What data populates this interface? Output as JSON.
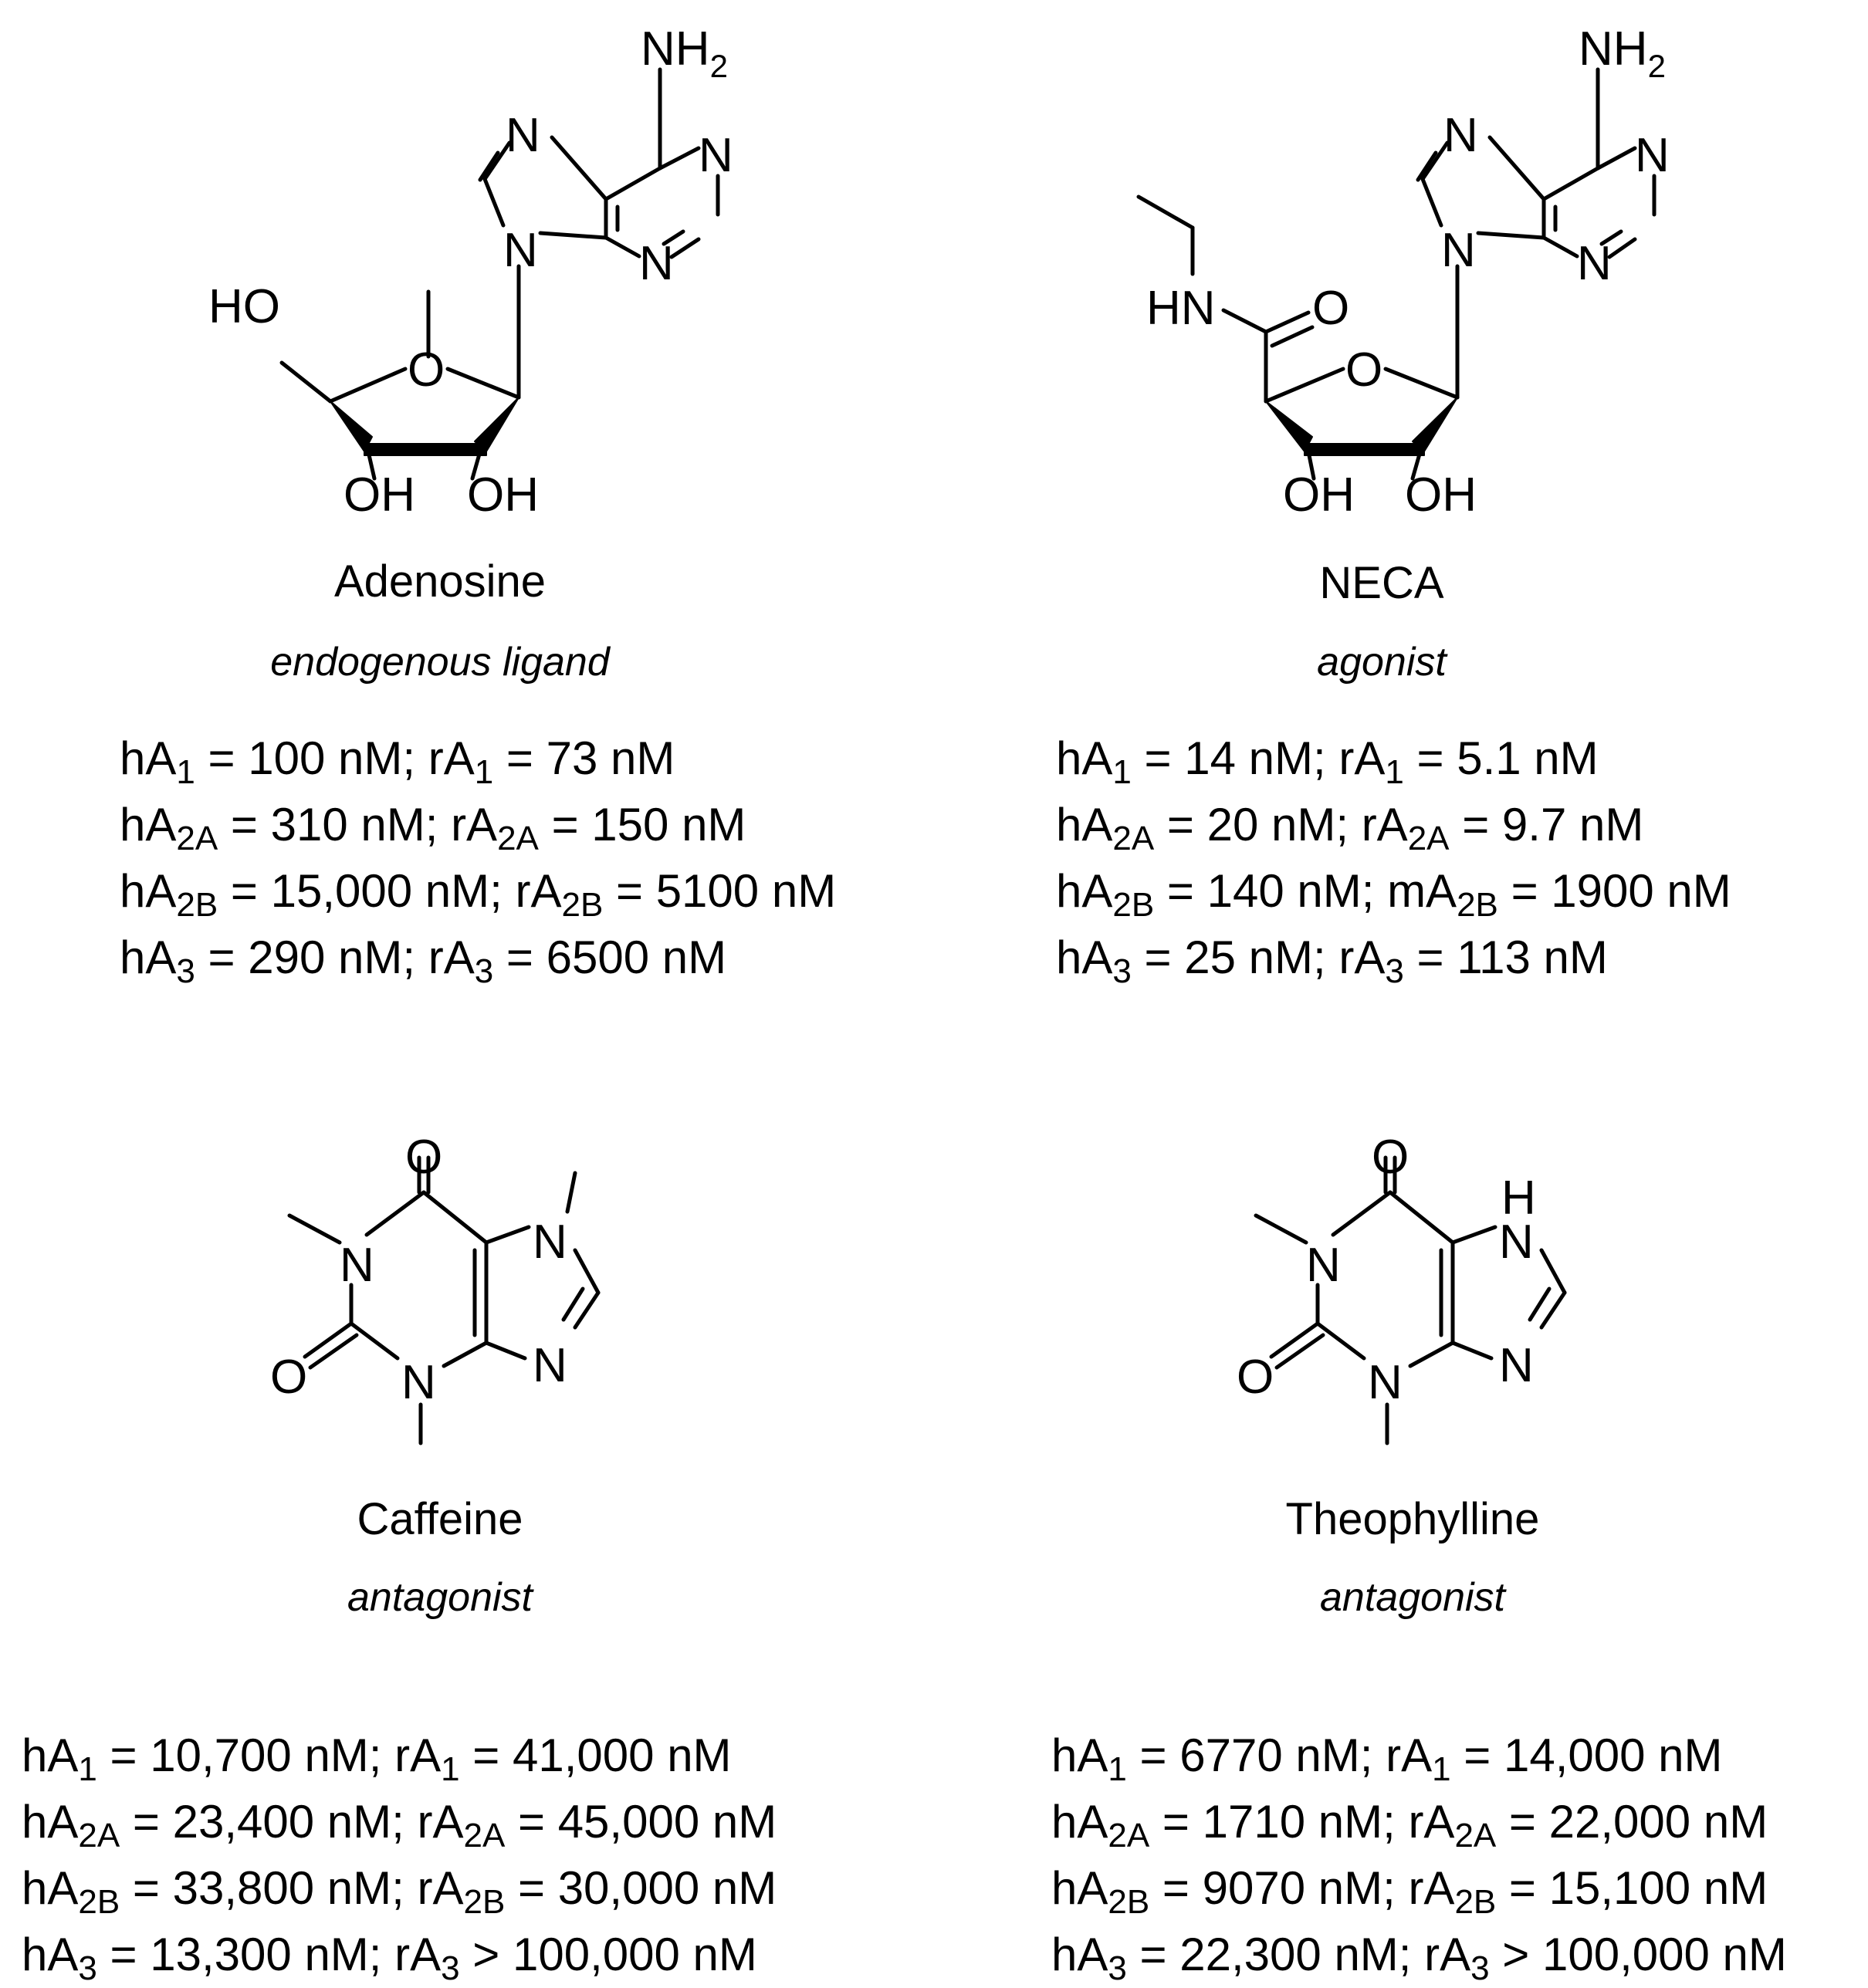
{
  "compounds": [
    {
      "id": "adenosine",
      "name": "Adenosine",
      "role": "endogenous ligand",
      "atoms": {
        "nh2": "NH",
        "nh2_sub": "2",
        "n": "N",
        "ho": "HO",
        "o": "O",
        "oh": "OH"
      },
      "affinities": [
        {
          "a": "hA",
          "a_sub": "1",
          "a_val": " = 100 nM; ",
          "b": "rA",
          "b_sub": "1",
          "b_val": " = 73 nM"
        },
        {
          "a": "hA",
          "a_sub": "2A",
          "a_val": " = 310 nM; ",
          "b": "rA",
          "b_sub": "2A",
          "b_val": " = 150 nM"
        },
        {
          "a": "hA",
          "a_sub": "2B",
          "a_val": " = 15,000 nM; ",
          "b": "rA",
          "b_sub": "2B",
          "b_val": " = 5100 nM"
        },
        {
          "a": "hA",
          "a_sub": "3",
          "a_val": " = 290 nM; ",
          "b": "rA",
          "b_sub": "3",
          "b_val": " = 6500 nM"
        }
      ]
    },
    {
      "id": "neca",
      "name": "NECA",
      "role": "agonist",
      "atoms": {
        "nh2": "NH",
        "nh2_sub": "2",
        "n": "N",
        "hn": "HN",
        "o": "O",
        "oh": "OH"
      },
      "affinities": [
        {
          "a": "hA",
          "a_sub": "1",
          "a_val": " = 14 nM; ",
          "b": "rA",
          "b_sub": "1",
          "b_val": " = 5.1 nM"
        },
        {
          "a": "hA",
          "a_sub": "2A",
          "a_val": " = 20 nM; ",
          "b": "rA",
          "b_sub": "2A",
          "b_val": " = 9.7 nM"
        },
        {
          "a": "hA",
          "a_sub": "2B",
          "a_val": " = 140 nM; ",
          "b": "mA",
          "b_sub": "2B",
          "b_val": " = 1900 nM"
        },
        {
          "a": "hA",
          "a_sub": "3",
          "a_val": " = 25 nM; ",
          "b": "rA",
          "b_sub": "3",
          "b_val": " = 113 nM"
        }
      ]
    },
    {
      "id": "caffeine",
      "name": "Caffeine",
      "role": "antagonist",
      "atoms": {
        "n": "N",
        "o": "O"
      },
      "affinities": [
        {
          "a": "hA",
          "a_sub": "1",
          "a_val": " = 10,700 nM; ",
          "b": "rA",
          "b_sub": "1",
          "b_val": " = 41,000 nM"
        },
        {
          "a": "hA",
          "a_sub": "2A",
          "a_val": " = 23,400 nM; ",
          "b": "rA",
          "b_sub": "2A",
          "b_val": " = 45,000 nM"
        },
        {
          "a": "hA",
          "a_sub": "2B",
          "a_val": " = 33,800 nM; ",
          "b": "rA",
          "b_sub": "2B",
          "b_val": " = 30,000 nM"
        },
        {
          "a": "hA",
          "a_sub": "3",
          "a_val": " = 13,300 nM; ",
          "b": "rA",
          "b_sub": "3",
          "b_val": " > 100,000 nM"
        }
      ]
    },
    {
      "id": "theophylline",
      "name": "Theophylline",
      "role": "antagonist",
      "atoms": {
        "n": "N",
        "o": "O",
        "h": "H"
      },
      "affinities": [
        {
          "a": "hA",
          "a_sub": "1",
          "a_val": " = 6770 nM; ",
          "b": "rA",
          "b_sub": "1",
          "b_val": " = 14,000 nM"
        },
        {
          "a": "hA",
          "a_sub": "2A",
          "a_val": " = 1710 nM; ",
          "b": "rA",
          "b_sub": "2A",
          "b_val": " = 22,000 nM"
        },
        {
          "a": "hA",
          "a_sub": "2B",
          "a_val": " = 9070 nM; ",
          "b": "rA",
          "b_sub": "2B",
          "b_val": " = 15,100 nM"
        },
        {
          "a": "hA",
          "a_sub": "3",
          "a_val": " = 22,300 nM; ",
          "b": "rA",
          "b_sub": "3",
          "b_val": " > 100,000 nM"
        }
      ]
    }
  ]
}
